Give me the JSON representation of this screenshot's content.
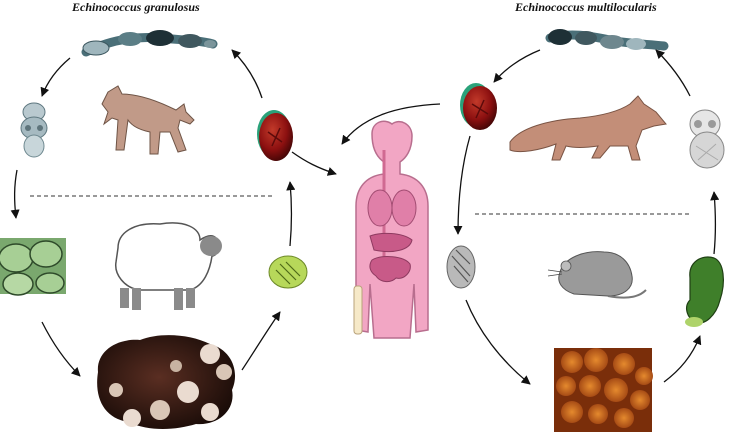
{
  "left": {
    "title": "Echinococcus granulosus",
    "definitive_host": "dog",
    "intermediate_host": "sheep",
    "stages": [
      "adult-tapeworm",
      "scolex",
      "hydatid-cyst-section",
      "hydatid-cyst",
      "oncosphere",
      "egg"
    ]
  },
  "right": {
    "title": "Echinococcus multilocularis",
    "definitive_host": "fox",
    "intermediate_host": "rodent",
    "stages": [
      "adult-tapeworm",
      "egg",
      "oncosphere",
      "alveolar-cyst",
      "protoscolex",
      "scolex"
    ]
  },
  "center": {
    "host": "human"
  },
  "colors": {
    "arrow": "#111111",
    "egg_red": "#8c1010",
    "egg_green": "#2aa27a",
    "oncosphere_green": "#b7d85a",
    "dog": "#c19a88",
    "sheep_legs": "#8a8a8a",
    "human": "#f2a6c4",
    "human_outline": "#b86e8e",
    "cyst_dark": "#2e1a14",
    "cyst_light": "#eadbd0",
    "alveolar": "#c9641c",
    "protoscolex_green": "#3f7f2a",
    "rodent": "#9a9a9a"
  }
}
